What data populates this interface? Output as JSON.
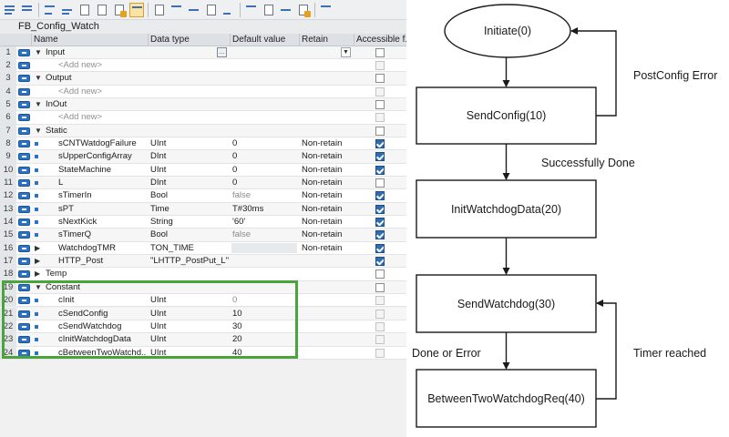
{
  "block_title": "FB_Config_Watch",
  "columns": [
    "Name",
    "Data type",
    "Default value",
    "Retain",
    "Accessible f..."
  ],
  "rows": [
    {
      "num": "1",
      "kind": "section",
      "name": "Input",
      "dtype": "",
      "default": "",
      "retain": "",
      "acc": "off"
    },
    {
      "num": "2",
      "kind": "addnew",
      "name": "<Add new>",
      "dtype": "",
      "default": "",
      "retain": "",
      "acc": "dim"
    },
    {
      "num": "3",
      "kind": "section",
      "name": "Output",
      "dtype": "",
      "default": "",
      "retain": "",
      "acc": "off"
    },
    {
      "num": "4",
      "kind": "addnew",
      "name": "<Add new>",
      "dtype": "",
      "default": "",
      "retain": "",
      "acc": "dim"
    },
    {
      "num": "5",
      "kind": "section",
      "name": "InOut",
      "dtype": "",
      "default": "",
      "retain": "",
      "acc": "off"
    },
    {
      "num": "6",
      "kind": "addnew",
      "name": "<Add new>",
      "dtype": "",
      "default": "",
      "retain": "",
      "acc": "dim"
    },
    {
      "num": "7",
      "kind": "section",
      "name": "Static",
      "dtype": "",
      "default": "",
      "retain": "",
      "acc": "off"
    },
    {
      "num": "8",
      "kind": "var",
      "name": "sCNTWatdogFailure",
      "dtype": "UInt",
      "default": "0",
      "retain": "Non-retain",
      "acc": "on"
    },
    {
      "num": "9",
      "kind": "var",
      "name": "sUpperConfigArray",
      "dtype": "DInt",
      "default": "0",
      "retain": "Non-retain",
      "acc": "on"
    },
    {
      "num": "10",
      "kind": "var",
      "name": "StateMachine",
      "dtype": "UInt",
      "default": "0",
      "retain": "Non-retain",
      "acc": "on"
    },
    {
      "num": "11",
      "kind": "var",
      "name": "L",
      "dtype": "DInt",
      "default": "0",
      "retain": "Non-retain",
      "acc": "off"
    },
    {
      "num": "12",
      "kind": "var",
      "name": "sTimerIn",
      "dtype": "Bool",
      "default": "false",
      "retain": "Non-retain",
      "acc": "on",
      "grey": true
    },
    {
      "num": "13",
      "kind": "var",
      "name": "sPT",
      "dtype": "Time",
      "default": "T#30ms",
      "retain": "Non-retain",
      "acc": "on"
    },
    {
      "num": "14",
      "kind": "var",
      "name": "sNextKick",
      "dtype": "String",
      "default": "'60'",
      "retain": "Non-retain",
      "acc": "on"
    },
    {
      "num": "15",
      "kind": "var",
      "name": "sTimerQ",
      "dtype": "Bool",
      "default": "false",
      "retain": "Non-retain",
      "acc": "on",
      "grey": true
    },
    {
      "num": "16",
      "kind": "struct",
      "name": "WatchdogTMR",
      "dtype": "TON_TIME",
      "default": "",
      "retain": "Non-retain",
      "acc": "on"
    },
    {
      "num": "17",
      "kind": "struct",
      "name": "HTTP_Post",
      "dtype": "\"LHTTP_PostPut_L\"",
      "default": "",
      "retain": "",
      "acc": "on"
    },
    {
      "num": "18",
      "kind": "section-collapsed",
      "name": "Temp",
      "dtype": "",
      "default": "",
      "retain": "",
      "acc": "off"
    },
    {
      "num": "19",
      "kind": "section",
      "name": "Constant",
      "dtype": "",
      "default": "",
      "retain": "",
      "acc": "off"
    },
    {
      "num": "20",
      "kind": "const",
      "name": "cInit",
      "dtype": "UInt",
      "default": "0",
      "retain": "",
      "acc": "dim",
      "grey": true
    },
    {
      "num": "21",
      "kind": "const",
      "name": "cSendConfig",
      "dtype": "UInt",
      "default": "10",
      "retain": "",
      "acc": "dim"
    },
    {
      "num": "22",
      "kind": "const",
      "name": "cSendWatchdog",
      "dtype": "UInt",
      "default": "30",
      "retain": "",
      "acc": "dim"
    },
    {
      "num": "23",
      "kind": "const",
      "name": "cInitWatchdogData",
      "dtype": "UInt",
      "default": "20",
      "retain": "",
      "acc": "dim"
    },
    {
      "num": "24",
      "kind": "const",
      "name": "cBetweenTwoWatchd...",
      "dtype": "UInt",
      "default": "40",
      "retain": "",
      "acc": "dim"
    }
  ],
  "diagram": {
    "states": {
      "initiate": "Initiate(0)",
      "send_config": "SendConfig(10)",
      "init_watchdog_data": "InitWatchdogData(20)",
      "send_watchdog": "SendWatchdog(30)",
      "between": "BetweenTwoWatchdogReq(40)"
    },
    "transitions": {
      "post_config_error": "PostConfig Error",
      "successfully_done": "Successfully Done",
      "done_or_error": "Done or Error",
      "timer_reached": "Timer reached"
    }
  },
  "colors": {
    "highlight_box": "#4aa43a",
    "checkbox_on": "#2f6db3",
    "row_icon": "#2a74c8"
  }
}
